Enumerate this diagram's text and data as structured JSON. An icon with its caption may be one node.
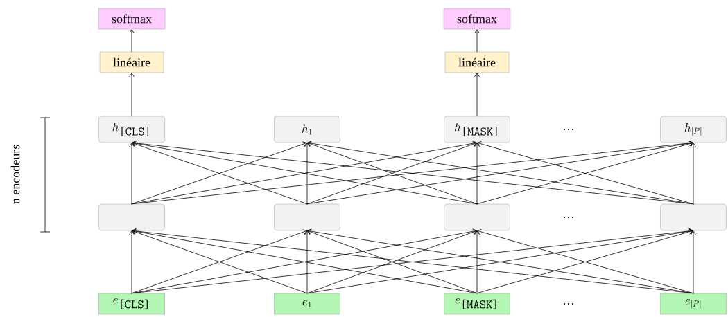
{
  "diagram": {
    "nodes": [
      {
        "text": [
          "softmax"
        ]
      },
      {
        "text": [
          "softmax"
        ]
      },
      {
        "text": [
          "linéaire"
        ]
      },
      {
        "text": [
          "linéaire"
        ]
      },
      {
        "text": [
          "h_{\\texttt{[CLS]}}"
        ]
      },
      {
        "text": [
          "h_{1}"
        ]
      },
      {
        "text": [
          "h_{\\texttt{[MASK]}}"
        ]
      },
      {
        "text": [
          "h_{|P|}"
        ]
      },
      {
        "text": [],
        "shape": "box"
      },
      {
        "text": [],
        "shape": "box"
      },
      {
        "text": [],
        "shape": "box"
      },
      {
        "text": [],
        "shape": "box"
      },
      {
        "text": [
          "e_{\\texttt{[CLS]}}"
        ]
      },
      {
        "text": [
          "e_{1}"
        ]
      },
      {
        "text": [
          "e_{\\texttt{[MASK]}}"
        ]
      },
      {
        "text": [
          "e_{|P|}"
        ]
      }
    ],
    "edges": [
      {
        "from": 12,
        "to": 8,
        "arrow": "to"
      },
      {
        "from": 12,
        "to": 9,
        "arrow": "to"
      },
      {
        "from": 12,
        "to": 10,
        "arrow": "to"
      },
      {
        "from": 12,
        "to": 11,
        "arrow": "to"
      },
      {
        "from": 13,
        "to": 8,
        "arrow": "to"
      },
      {
        "from": 13,
        "to": 9,
        "arrow": "to"
      },
      {
        "from": 13,
        "to": 10,
        "arrow": "to"
      },
      {
        "from": 13,
        "to": 11,
        "arrow": "to"
      },
      {
        "from": 14,
        "to": 8,
        "arrow": "to"
      },
      {
        "from": 14,
        "to": 9,
        "arrow": "to"
      },
      {
        "from": 14,
        "to": 10,
        "arrow": "to"
      },
      {
        "from": 14,
        "to": 11,
        "arrow": "to"
      },
      {
        "from": 15,
        "to": 8,
        "arrow": "to"
      },
      {
        "from": 15,
        "to": 9,
        "arrow": "to"
      },
      {
        "from": 15,
        "to": 10,
        "arrow": "to"
      },
      {
        "from": 15,
        "to": 11,
        "arrow": "to"
      },
      {
        "from": 8,
        "to": 4,
        "arrow": "to"
      },
      {
        "from": 8,
        "to": 5,
        "arrow": "to"
      },
      {
        "from": 8,
        "to": 6,
        "arrow": "to"
      },
      {
        "from": 8,
        "to": 7,
        "arrow": "to"
      },
      {
        "from": 9,
        "to": 4,
        "arrow": "to"
      },
      {
        "from": 9,
        "to": 5,
        "arrow": "to"
      },
      {
        "from": 9,
        "to": 6,
        "arrow": "to"
      },
      {
        "from": 9,
        "to": 7,
        "arrow": "to"
      },
      {
        "from": 10,
        "to": 4,
        "arrow": "to"
      },
      {
        "from": 10,
        "to": 5,
        "arrow": "to"
      },
      {
        "from": 10,
        "to": 6,
        "arrow": "to"
      },
      {
        "from": 10,
        "to": 7,
        "arrow": "to"
      },
      {
        "from": 11,
        "to": 4,
        "arrow": "to"
      },
      {
        "from": 11,
        "to": 5,
        "arrow": "to"
      },
      {
        "from": 11,
        "to": 6,
        "arrow": "to"
      },
      {
        "from": 11,
        "to": 7,
        "arrow": "to"
      },
      {
        "from": 4,
        "to": 2,
        "arrow": "to"
      },
      {
        "from": 2,
        "to": 0,
        "arrow": "to"
      },
      {
        "from": 6,
        "to": 3,
        "arrow": "to"
      },
      {
        "from": 3,
        "to": 1,
        "arrow": "to"
      }
    ],
    "labels": [
      "n encodeurs",
      "…",
      "…",
      "…"
    ]
  }
}
